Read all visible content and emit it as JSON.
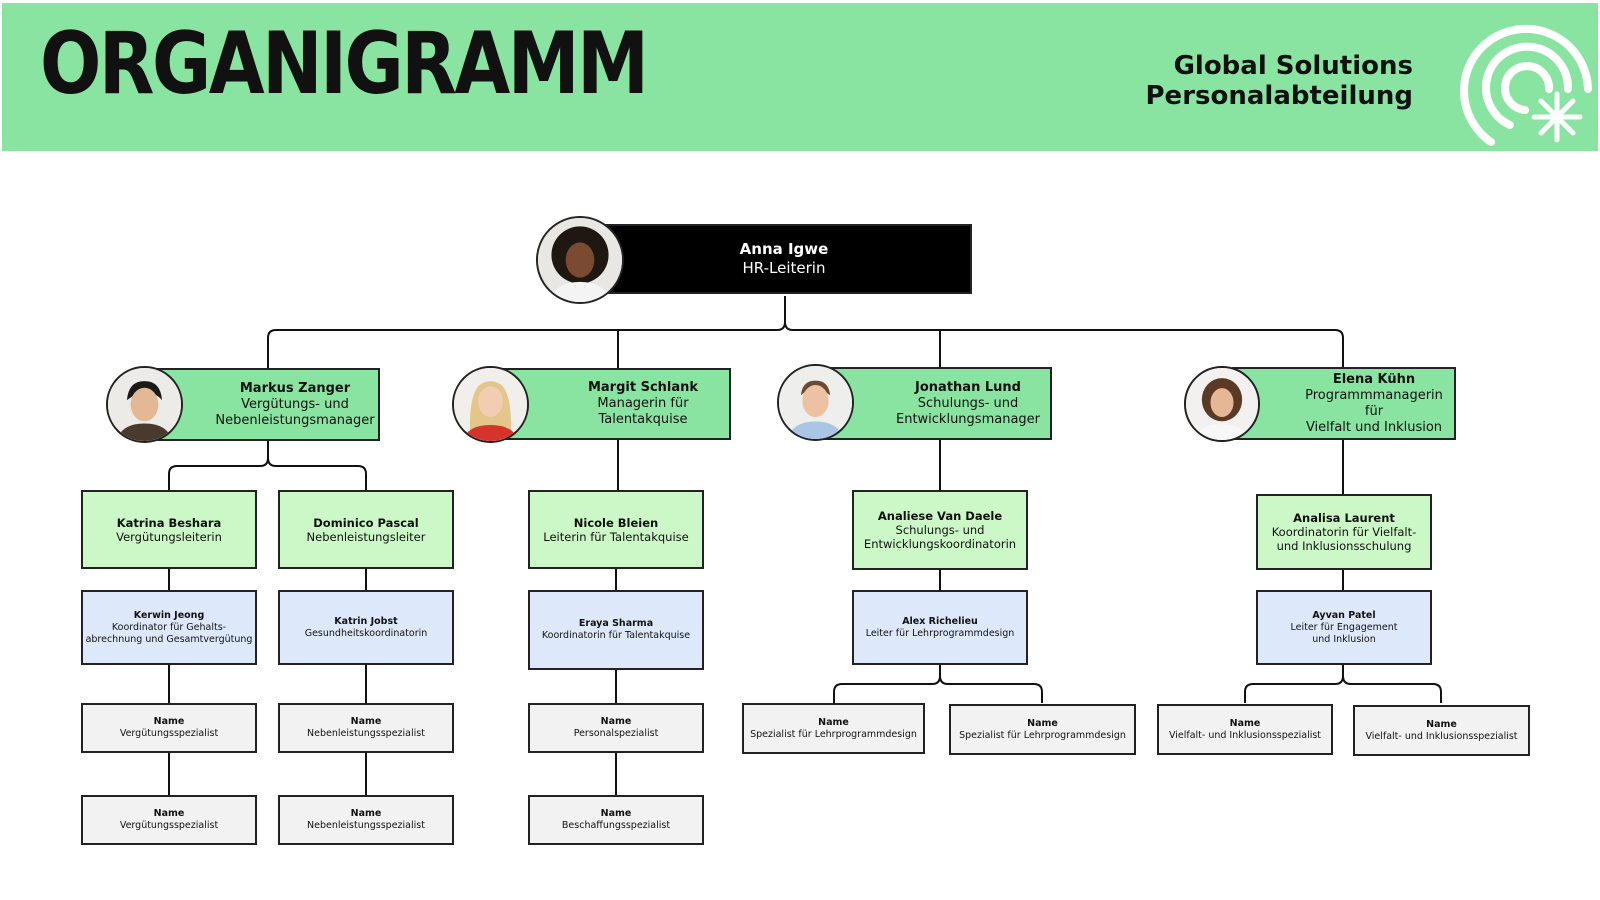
{
  "header": {
    "title": "ORGANIGRAMM",
    "company_line1": "Global Solutions",
    "company_line2": "Personalabteilung"
  },
  "colors": {
    "header_bg": "#8ae4a1",
    "manager_box": "#8ae4a1",
    "lead_box": "#ccf7c6",
    "coordinator_box": "#dde9fb",
    "specialist_box": "#f2f2f2",
    "head_box": "#000000"
  },
  "head": {
    "name": "Anna Igwe",
    "role": "HR-Leiterin"
  },
  "managers": [
    {
      "name": "Markus Zanger",
      "role_line1": "Vergütungs- und",
      "role_line2": "Nebenleistungsmanager"
    },
    {
      "name": "Margit Schlank",
      "role_line1": "Managerin für Talentakquise",
      "role_line2": ""
    },
    {
      "name": "Jonathan Lund",
      "role_line1": "Schulungs- und",
      "role_line2": "Entwicklungsmanager"
    },
    {
      "name": "Elena Kühn",
      "role_line1": "Programmmanagerin für",
      "role_line2": "Vielfalt und Inklusion"
    }
  ],
  "leads": [
    {
      "name": "Katrina Beshara",
      "role_line1": "Vergütungsleiterin",
      "role_line2": ""
    },
    {
      "name": "Dominico Pascal",
      "role_line1": "Nebenleistungsleiter",
      "role_line2": ""
    },
    {
      "name": "Nicole Bleien",
      "role_line1": "Leiterin für Talentakquise",
      "role_line2": ""
    },
    {
      "name": "Analiese Van Daele",
      "role_line1": "Schulungs- und",
      "role_line2": "Entwicklungskoordinatorin"
    },
    {
      "name": "Analisa Laurent",
      "role_line1": "Koordinatorin für Vielfalt-",
      "role_line2": "und Inklusionsschulung"
    }
  ],
  "coordinators": [
    {
      "name": "Kerwin Jeong",
      "role_line1": "Koordinator für Gehalts-",
      "role_line2": "abrechnung und Gesamtvergütung"
    },
    {
      "name": "Katrin Jobst",
      "role_line1": "Gesundheitskoordinatorin",
      "role_line2": ""
    },
    {
      "name": "Eraya Sharma",
      "role_line1": "Koordinatorin für Talentakquise",
      "role_line2": ""
    },
    {
      "name": "Alex Richelieu",
      "role_line1": "Leiter für Lehrprogrammdesign",
      "role_line2": ""
    },
    {
      "name": "Ayvan Patel",
      "role_line1": "Leiter für Engagement",
      "role_line2": "und Inklusion"
    }
  ],
  "specialists": [
    {
      "name": "Name",
      "role": "Vergütungsspezialist"
    },
    {
      "name": "Name",
      "role": "Vergütungsspezialist"
    },
    {
      "name": "Name",
      "role": "Nebenleistungsspezialist"
    },
    {
      "name": "Name",
      "role": "Nebenleistungsspezialist"
    },
    {
      "name": "Name",
      "role": "Personalspezialist"
    },
    {
      "name": "Name",
      "role": "Beschaffungsspezialist"
    },
    {
      "name": "Name",
      "role": "Spezialist für Lehrprogrammdesign"
    },
    {
      "name": "Name",
      "role": "Spezialist für Lehrprogrammdesign"
    },
    {
      "name": "Name",
      "role": "Vielfalt- und Inklusionsspezialist"
    },
    {
      "name": "Name",
      "role": "Vielfalt- und Inklusionsspezialist"
    }
  ]
}
